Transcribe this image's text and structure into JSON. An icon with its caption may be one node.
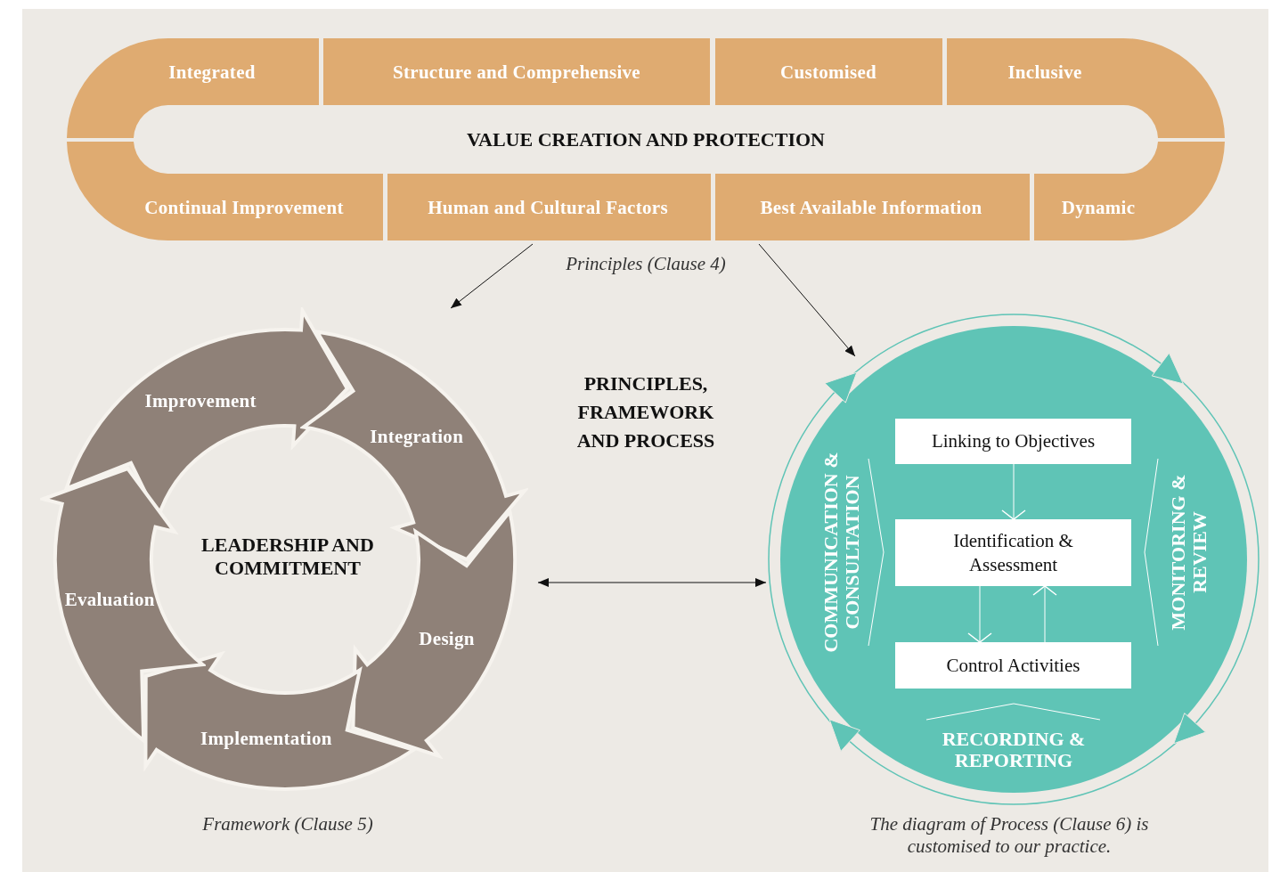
{
  "diagram": {
    "nodes": [
      {
        "text": [
          "VALUE CREATION AND PROTECTION"
        ],
        "beside": [
          "Principles (Clause 4)"
        ]
      },
      {
        "text": [
          "Integrated"
        ],
        "in": 0
      },
      {
        "text": [
          "Structure and Comprehensive"
        ],
        "in": 0
      },
      {
        "text": [
          "Customised"
        ],
        "in": 0
      },
      {
        "text": [
          "Inclusive"
        ],
        "in": 0
      },
      {
        "text": [
          "Continual Improvement"
        ],
        "in": 0
      },
      {
        "text": [
          "Human and Cultural Factors"
        ],
        "in": 0
      },
      {
        "text": [
          "Best Available Information"
        ],
        "in": 0
      },
      {
        "text": [
          "Dynamic"
        ],
        "in": 0
      },
      {
        "text": [
          "LEADERSHIP AND COMMITMENT"
        ],
        "beside": [
          "Framework (Clause 5)"
        ]
      },
      {
        "text": [
          "Improvement"
        ],
        "in": 9
      },
      {
        "text": [
          "Integration"
        ],
        "in": 9
      },
      {
        "text": [
          "Design"
        ],
        "in": 9
      },
      {
        "text": [
          "Implementation"
        ],
        "in": 9
      },
      {
        "text": [
          "Evaluation"
        ],
        "in": 9
      },
      {
        "text": [
          "COMMUNICATION & CONSULTATION",
          "MONITORING & REVIEW",
          "RECORDING & REPORTING"
        ],
        "beside": [
          "The diagram of Process (Clause 6) is customised to our practice."
        ]
      },
      {
        "text": [
          "Linking to Objectives"
        ],
        "in": 15
      },
      {
        "text": [
          "Identification & Assessment"
        ],
        "in": 15
      },
      {
        "text": [
          "Control Activities"
        ],
        "in": 15
      }
    ],
    "edges": [
      {
        "from": 0,
        "to": 9,
        "arrow": "to"
      },
      {
        "from": 0,
        "to": 15,
        "arrow": "to"
      },
      {
        "from": 9,
        "to": 15,
        "arrow": "both"
      },
      {
        "from": 16,
        "to": 17,
        "arrow": "to",
        "color": "#ffffff"
      },
      {
        "from": 17,
        "to": 18,
        "arrow": "to",
        "color": "#ffffff"
      },
      {
        "from": 18,
        "to": 17,
        "arrow": "to",
        "color": "#ffffff"
      }
    ],
    "labels": [
      "PRINCIPLES, FRAMEWORK AND PROCESS"
    ]
  }
}
